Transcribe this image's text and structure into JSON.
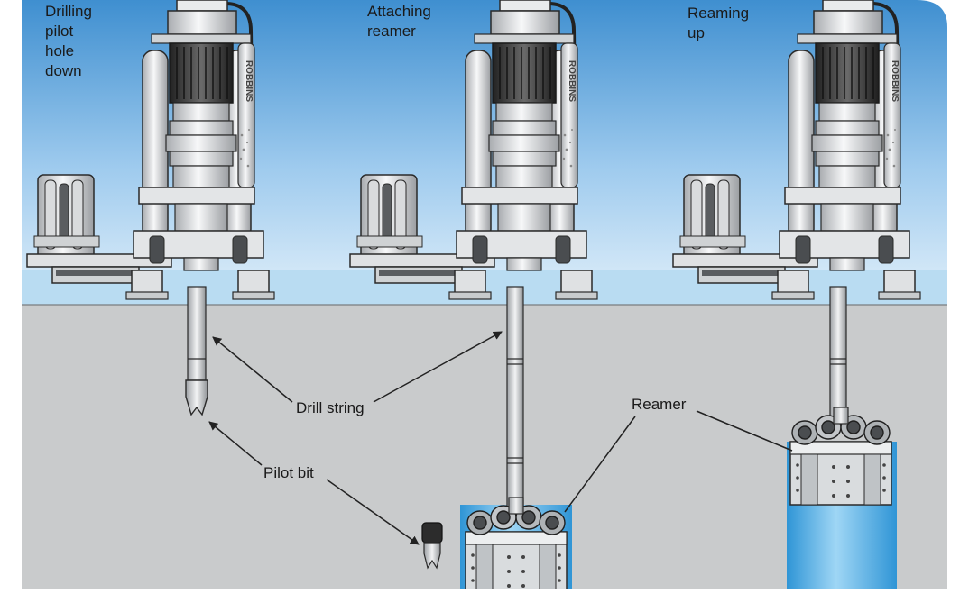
{
  "labels": {
    "step1": "Drilling\npilot\nhole\ndown",
    "step2": "Attaching\nreamer",
    "step3": "Reaming\nup",
    "drill_string": "Drill string",
    "pilot_bit": "Pilot bit",
    "reamer": "Reamer"
  },
  "brand_text": "ROBBINS",
  "icons": [
    "raise-boring-machine-icon",
    "pilot-bit-icon",
    "reamer-icon"
  ],
  "colors": {
    "sky_top": "#3f8fd0",
    "sky_bottom": "#dcedf9",
    "ground": "#c9cbcc",
    "surface_pad": "#b9dcf2",
    "hole_water": "#59b8ec",
    "machine_body": "#e6e8ea",
    "machine_outline": "#2a2a2a",
    "motor_dark": "#3a3a3a"
  }
}
